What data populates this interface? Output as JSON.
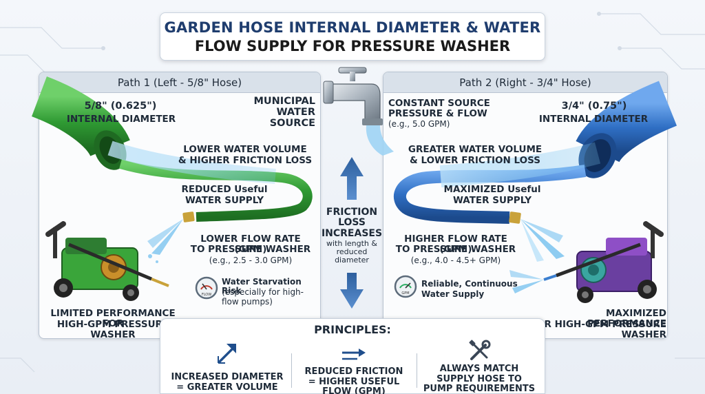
{
  "title": {
    "line1": "GARDEN HOSE INTERNAL DIAMETER & WATER",
    "line2": "FLOW SUPPLY FOR PRESSURE WASHER"
  },
  "left": {
    "header": "Path 1 (Left - 5/8\" Hose)",
    "diameter": "5/8\" (0.625\")",
    "diameter_label": "INTERNAL DIAMETER",
    "source": "MUNICIPAL WATER SOURCE",
    "volume_line1": "LOWER WATER VOLUME",
    "volume_line2": "& HIGHER FRICTION LOSS",
    "useful_line1": "REDUCED Useful",
    "useful_line2": "WATER SUPPLY",
    "flow_line1": "LOWER FLOW RATE (GPM)",
    "flow_line2": "TO PRESSURE WASHER",
    "flow_example": "(e.g., 2.5 - 3.0 GPM)",
    "risk_line1": "Water Starvation Risk",
    "risk_line2": "(especially for high-",
    "risk_line3": "flow pumps)",
    "perf_line1": "LIMITED PERFORMANCE FOR",
    "perf_line2": "HIGH-GPM PRESSURE WASHER",
    "gauge_label": "FLOW",
    "hose_color": "#3aa53a"
  },
  "right": {
    "header": "Path 2 (Right - 3/4\" Hose)",
    "source_line1": "CONSTANT SOURCE",
    "source_line2": "PRESSURE & FLOW",
    "source_example": "(e.g., 5.0 GPM)",
    "diameter": "3/4\" (0.75\")",
    "diameter_label": "INTERNAL DIAMETER",
    "volume_line1": "GREATER WATER VOLUME",
    "volume_line2": "& LOWER FRICTION LOSS",
    "useful_line1": "MAXIMIZED Useful",
    "useful_line2": "WATER SUPPLY",
    "flow_line1": "HIGHER FLOW RATE (GPM)",
    "flow_line2": "TO PRESSURE WASHER",
    "flow_example": "(e.g., 4.0 - 4.5+ GPM)",
    "reliable_line1": "Reliable, Continuous",
    "reliable_line2": "Water Supply",
    "perf_line1": "MAXIMIZED PERFORMANCE",
    "perf_line2": "FOR HIGH-GPM PRESSURE WASHER",
    "gauge_label": "GPM",
    "hose_color": "#2f6fc4"
  },
  "center": {
    "line1": "FRICTION",
    "line2": "LOSS",
    "line3": "INCREASES",
    "sub": "with length & reduced diameter"
  },
  "principles": {
    "title": "PRINCIPLES:",
    "items": [
      {
        "line1": "INCREASED DIAMETER",
        "line2": "= GREATER VOLUME",
        "line3": "",
        "icon": "expand-arrow-icon"
      },
      {
        "line1": "REDUCED FRICTION",
        "line2": "= HIGHER USEFUL",
        "line3": "FLOW (GPM)",
        "icon": "flow-arrows-icon"
      },
      {
        "line1": "ALWAYS MATCH",
        "line2": "SUPPLY HOSE TO",
        "line3": "PUMP REQUIREMENTS",
        "icon": "wrench-screwdriver-icon"
      }
    ]
  },
  "colors": {
    "accent_blue": "#1f4e8c",
    "water": "#7cc4f0",
    "green_hose": "#3aa53a",
    "blue_hose": "#2f6fc4"
  }
}
